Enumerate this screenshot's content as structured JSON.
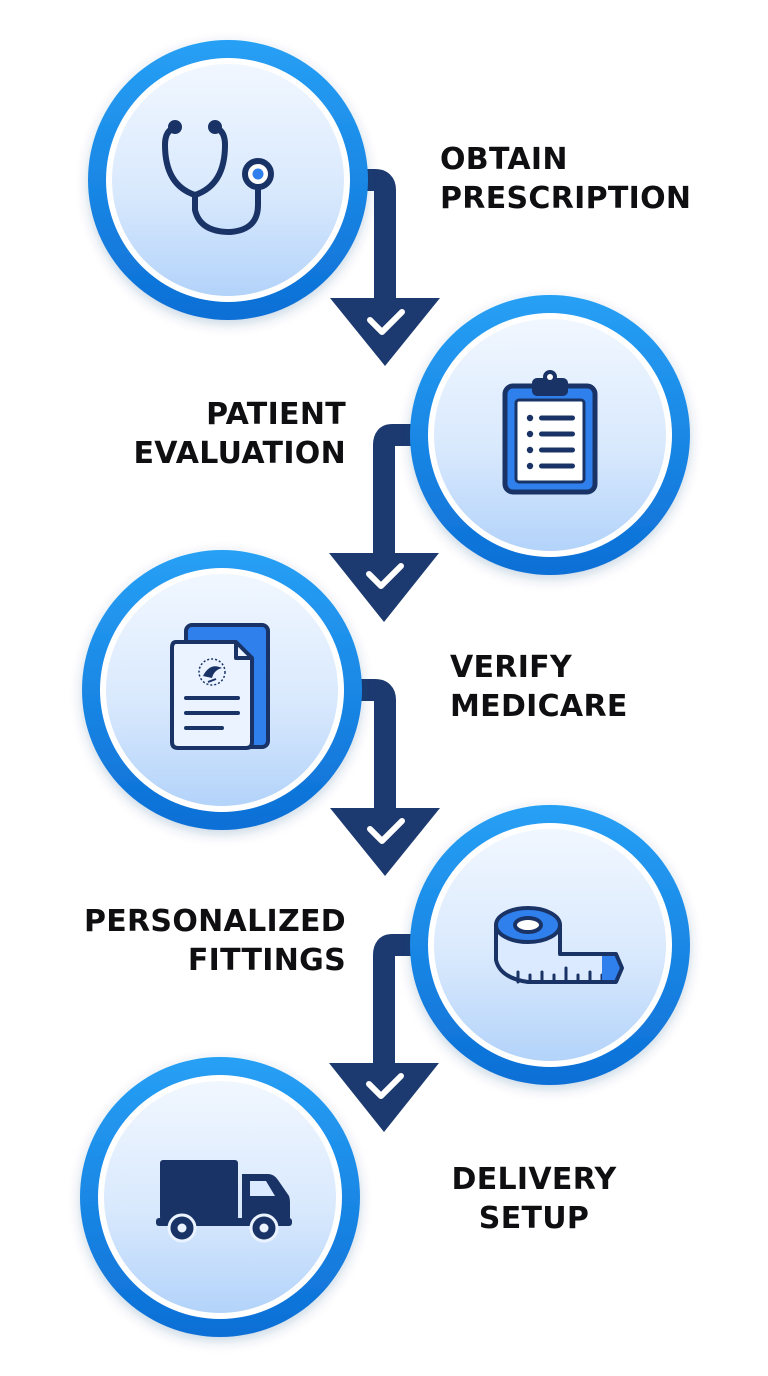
{
  "steps": [
    {
      "line1": "OBTAIN",
      "line2": "PRESCRIPTION",
      "icon": "stethoscope-icon"
    },
    {
      "line1": "PATIENT",
      "line2": "EVALUATION",
      "icon": "clipboard-icon"
    },
    {
      "line1": "VERIFY",
      "line2": "MEDICARE",
      "icon": "medicare-document-icon"
    },
    {
      "line1": "PERSONALIZED",
      "line2": "FITTINGS",
      "icon": "measuring-tape-icon"
    },
    {
      "line1": "DELIVERY",
      "line2": "SETUP",
      "icon": "delivery-truck-icon"
    }
  ],
  "colors": {
    "ring": "#1e88e5",
    "circle_fill_top": "#eef5fe",
    "circle_fill_bottom": "#b6d6fb",
    "arrow": "#1c3a70",
    "icon_stroke": "#1a3366",
    "icon_accent": "#2f80ed",
    "text": "#0f0f12"
  }
}
